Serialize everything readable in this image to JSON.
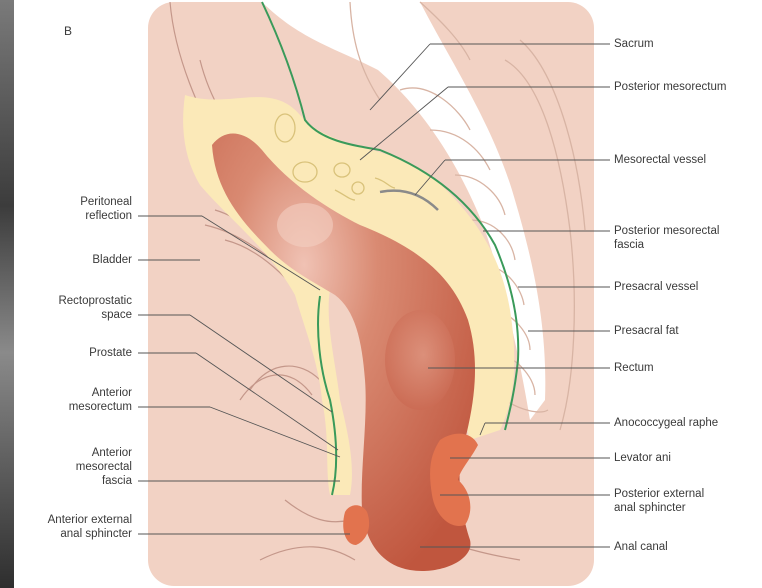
{
  "panel_label": "B",
  "labels_left": {
    "peritoneal_reflection": [
      "Peritoneal",
      "reflection"
    ],
    "bladder": "Bladder",
    "rectoprostatic_space": [
      "Rectoprostatic",
      "space"
    ],
    "prostate": "Prostate",
    "anterior_mesorectum": [
      "Anterior",
      "mesorectum"
    ],
    "anterior_mesorectal_fascia": [
      "Anterior",
      "mesorectal",
      "fascia"
    ],
    "anterior_external_anal_sphincter": [
      "Anterior external",
      "anal sphincter"
    ]
  },
  "labels_right": {
    "sacrum": "Sacrum",
    "posterior_mesorectum": "Posterior mesorectum",
    "mesorectal_vessel": "Mesorectal vessel",
    "posterior_mesorectal_fascia": [
      "Posterior mesorectal",
      "fascia"
    ],
    "presacral_vessel": "Presacral vessel",
    "presacral_fat": "Presacral fat",
    "rectum": "Rectum",
    "anococcygeal_raphe": "Anococcygeal raphe",
    "levator_ani": "Levator ani",
    "posterior_external_anal_sphincter": [
      "Posterior external",
      "anal sphincter"
    ],
    "anal_canal": "Anal canal"
  },
  "colors": {
    "background_tissue": "#f2d2c4",
    "mesorectum_fat": "#fbe9b8",
    "rectum": "#c8644c",
    "sphincter": "#e2734e",
    "fascia": "#3a9a5a",
    "bone": "#ffffff"
  }
}
